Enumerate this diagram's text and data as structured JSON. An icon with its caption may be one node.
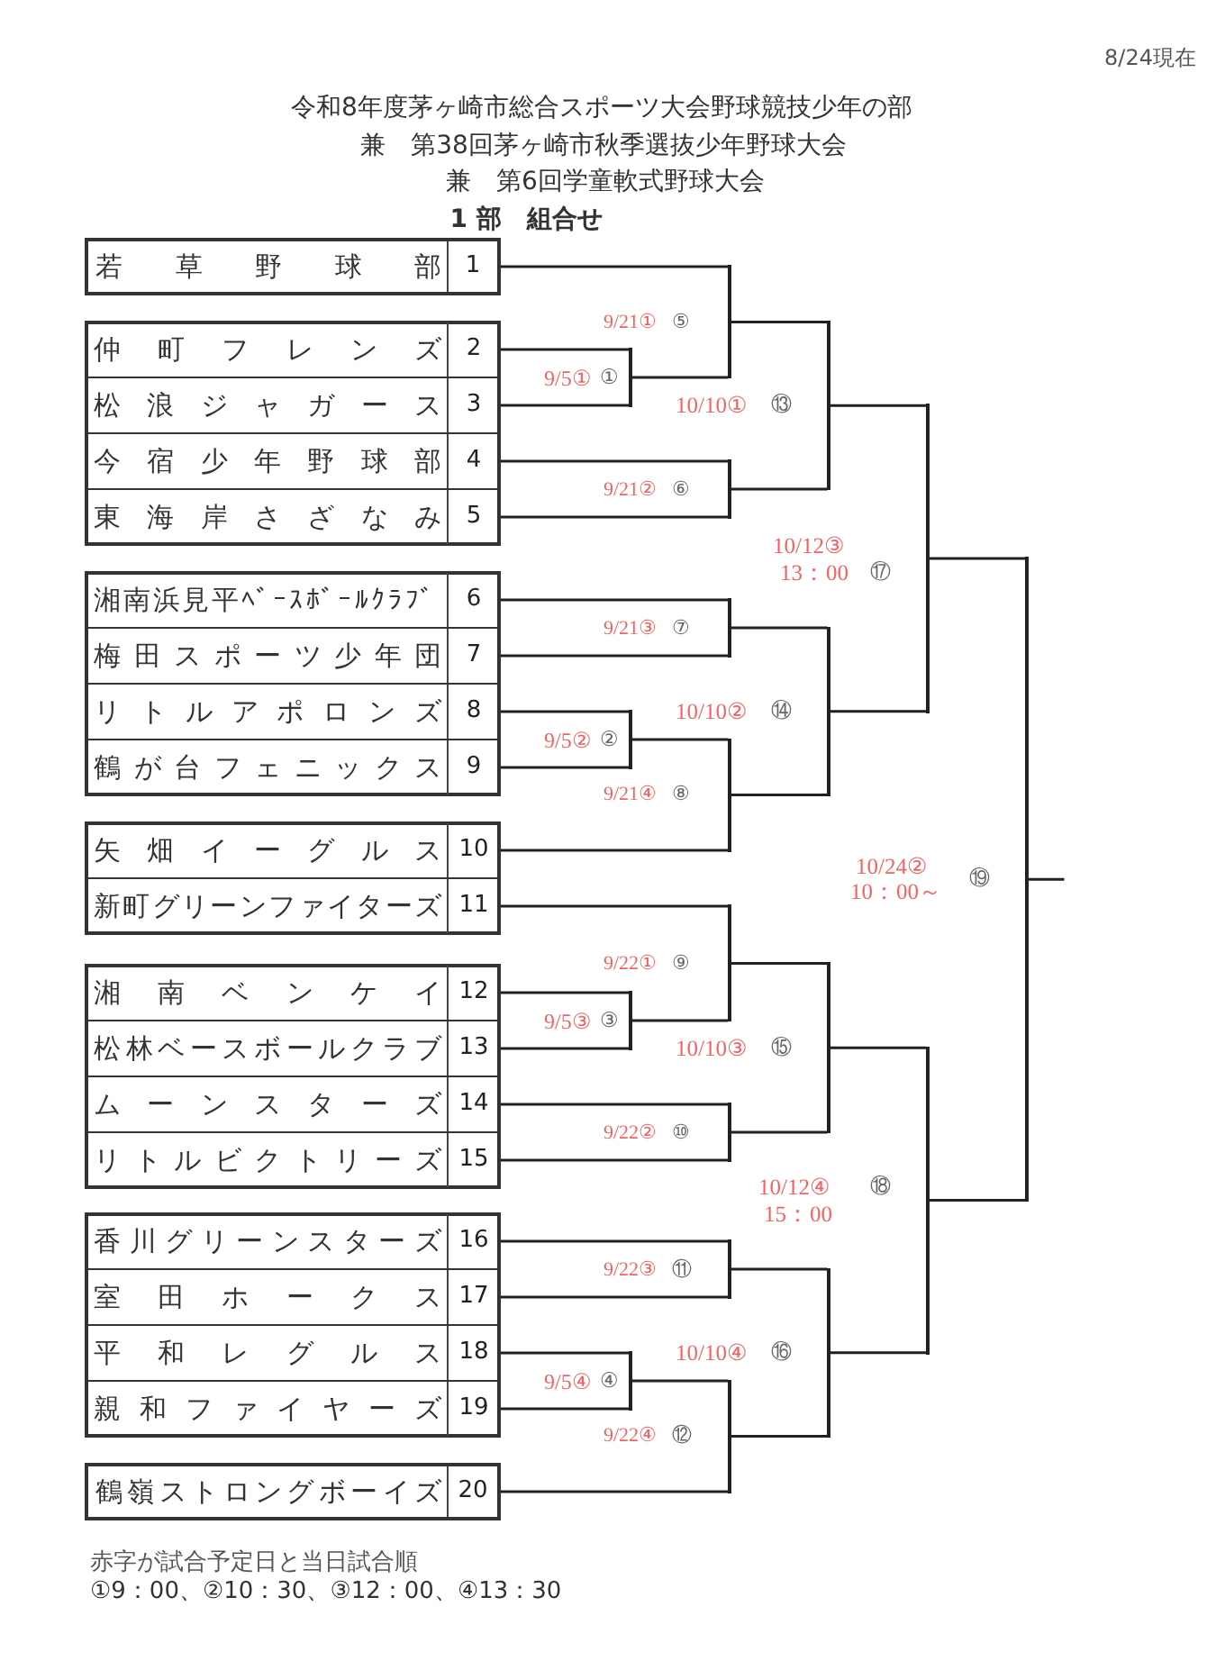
{
  "diagram": {
    "title": "令和8年度茅ヶ崎市総合スポーツ大会野球競技少年の部",
    "nodes": [
      {
        "text": [
          "若草野球部",
          "1"
        ]
      },
      {
        "text": [],
        "shape": "box"
      },
      {
        "text": [
          "仲町フレンズ",
          "2"
        ],
        "in": 1
      },
      {
        "text": [
          "松浪ジャガース",
          "3"
        ],
        "in": 1
      },
      {
        "text": [
          "今宿少年野球部",
          "4"
        ],
        "in": 1
      },
      {
        "text": [
          "東海岸さざなみ",
          "5"
        ],
        "in": 1
      },
      {
        "text": [],
        "shape": "box"
      },
      {
        "text": [
          "湘南浜見平ﾍﾞｰｽﾎﾞｰﾙｸﾗﾌﾞ",
          "6"
        ],
        "in": 6
      },
      {
        "text": [
          "梅田スポーツ少年団",
          "7"
        ],
        "in": 6
      },
      {
        "text": [
          "リトルアポロンズ",
          "8"
        ],
        "in": 6
      },
      {
        "text": [
          "鶴が台フェニックス",
          "9"
        ],
        "in": 6
      },
      {
        "text": [],
        "shape": "box"
      },
      {
        "text": [
          "矢畑イーグルス",
          "10"
        ],
        "in": 11
      },
      {
        "text": [
          "新町グリーンファイターズ",
          "11"
        ],
        "in": 11
      },
      {
        "text": [],
        "shape": "box"
      },
      {
        "text": [
          "湘南ベンケイ",
          "12"
        ],
        "in": 14
      },
      {
        "text": [
          "松林ベースボールクラブ",
          "13"
        ],
        "in": 14
      },
      {
        "text": [
          "ムーンスターズ",
          "14"
        ],
        "in": 14
      },
      {
        "text": [
          "リトルビクトリーズ",
          "15"
        ],
        "in": 14
      },
      {
        "text": [],
        "shape": "box"
      },
      {
        "text": [
          "香川グリーンスターズ",
          "16"
        ],
        "in": 19
      },
      {
        "text": [
          "室田ホークス",
          "17"
        ],
        "in": 19
      },
      {
        "text": [
          "平和レグルス",
          "18"
        ],
        "in": 19
      },
      {
        "text": [
          "親和ファイヤーズ",
          "19"
        ],
        "in": 19
      },
      {
        "text": [
          "鶴嶺ストロングボーイズ",
          "20"
        ]
      },
      {
        "text": [],
        "shape": "bar",
        "beside": [
          "9/5①",
          "①"
        ]
      },
      {
        "text": [],
        "shape": "bar",
        "beside": [
          "9/5②",
          "②"
        ]
      },
      {
        "text": [],
        "shape": "bar",
        "beside": [
          "9/5③",
          "③"
        ]
      },
      {
        "text": [],
        "shape": "bar",
        "beside": [
          "9/5④",
          "④"
        ]
      },
      {
        "text": [],
        "shape": "bar",
        "beside": [
          "9/21①",
          "⑤"
        ]
      },
      {
        "text": [],
        "shape": "bar",
        "beside": [
          "9/21②",
          "⑥"
        ]
      },
      {
        "text": [],
        "shape": "bar",
        "beside": [
          "9/21③",
          "⑦"
        ]
      },
      {
        "text": [],
        "shape": "bar",
        "beside": [
          "9/21④",
          "⑧"
        ]
      },
      {
        "text": [],
        "shape": "bar",
        "beside": [
          "9/22①",
          "⑨"
        ]
      },
      {
        "text": [],
        "shape": "bar",
        "beside": [
          "9/22②",
          "⑩"
        ]
      },
      {
        "text": [],
        "shape": "bar",
        "beside": [
          "9/22③",
          "⑪"
        ]
      },
      {
        "text": [],
        "shape": "bar",
        "beside": [
          "9/22④",
          "⑫"
        ]
      },
      {
        "text": [],
        "shape": "bar",
        "beside": [
          "10/10①",
          "⑬"
        ]
      },
      {
        "text": [],
        "shape": "bar",
        "beside": [
          "10/10②",
          "⑭"
        ]
      },
      {
        "text": [],
        "shape": "bar",
        "beside": [
          "10/10③",
          "⑮"
        ]
      },
      {
        "text": [],
        "shape": "bar",
        "beside": [
          "10/10④",
          "⑯"
        ]
      },
      {
        "text": [],
        "shape": "bar",
        "beside": [
          "10/12③",
          "13：00",
          "⑰"
        ]
      },
      {
        "text": [],
        "shape": "bar",
        "beside": [
          "10/12④",
          "15：00",
          "⑱"
        ]
      },
      {
        "text": [],
        "shape": "bar",
        "beside": [
          "10/24②",
          "10：00～",
          "⑲"
        ]
      }
    ],
    "edges": [
      {
        "from": 0,
        "to": 29,
        "arrow": "none"
      },
      {
        "from": 2,
        "to": 25,
        "arrow": "none"
      },
      {
        "from": 3,
        "to": 25,
        "arrow": "none"
      },
      {
        "from": 25,
        "to": 29,
        "arrow": "none"
      },
      {
        "from": 4,
        "to": 30,
        "arrow": "none"
      },
      {
        "from": 5,
        "to": 30,
        "arrow": "none"
      },
      {
        "from": 29,
        "to": 37,
        "arrow": "none"
      },
      {
        "from": 30,
        "to": 37,
        "arrow": "none"
      },
      {
        "from": 7,
        "to": 31,
        "arrow": "none"
      },
      {
        "from": 8,
        "to": 31,
        "arrow": "none"
      },
      {
        "from": 9,
        "to": 26,
        "arrow": "none"
      },
      {
        "from": 10,
        "to": 26,
        "arrow": "none"
      },
      {
        "from": 26,
        "to": 32,
        "arrow": "none"
      },
      {
        "from": 12,
        "to": 32,
        "arrow": "none"
      },
      {
        "from": 31,
        "to": 38,
        "arrow": "none"
      },
      {
        "from": 32,
        "to": 38,
        "arrow": "none"
      },
      {
        "from": 37,
        "to": 41,
        "arrow": "none"
      },
      {
        "from": 38,
        "to": 41,
        "arrow": "none"
      },
      {
        "from": 13,
        "to": 33,
        "arrow": "none"
      },
      {
        "from": 15,
        "to": 27,
        "arrow": "none"
      },
      {
        "from": 16,
        "to": 27,
        "arrow": "none"
      },
      {
        "from": 27,
        "to": 33,
        "arrow": "none"
      },
      {
        "from": 17,
        "to": 34,
        "arrow": "none"
      },
      {
        "from": 18,
        "to": 34,
        "arrow": "none"
      },
      {
        "from": 33,
        "to": 39,
        "arrow": "none"
      },
      {
        "from": 34,
        "to": 39,
        "arrow": "none"
      },
      {
        "from": 20,
        "to": 35,
        "arrow": "none"
      },
      {
        "from": 21,
        "to": 35,
        "arrow": "none"
      },
      {
        "from": 22,
        "to": 28,
        "arrow": "none"
      },
      {
        "from": 23,
        "to": 28,
        "arrow": "none"
      },
      {
        "from": 28,
        "to": 36,
        "arrow": "none"
      },
      {
        "from": 24,
        "to": 36,
        "arrow": "none"
      },
      {
        "from": 35,
        "to": 40,
        "arrow": "none"
      },
      {
        "from": 36,
        "to": 40,
        "arrow": "none"
      },
      {
        "from": 39,
        "to": 42,
        "arrow": "none"
      },
      {
        "from": 40,
        "to": 42,
        "arrow": "none"
      },
      {
        "from": 41,
        "to": 43,
        "arrow": "none"
      },
      {
        "from": 42,
        "to": 43,
        "arrow": "none"
      },
      {
        "from": 43,
        "to": null,
        "arrow": "none"
      }
    ],
    "labels": [
      "8/24現在",
      "兼　第38回茅ヶ崎市秋季選抜少年野球大会",
      "兼　第6回学童軟式野球大会",
      "1 部　組合せ",
      "赤字が試合予定日と当日試合順",
      "①9：00、②10：30、③12：00、④13：30"
    ]
  }
}
